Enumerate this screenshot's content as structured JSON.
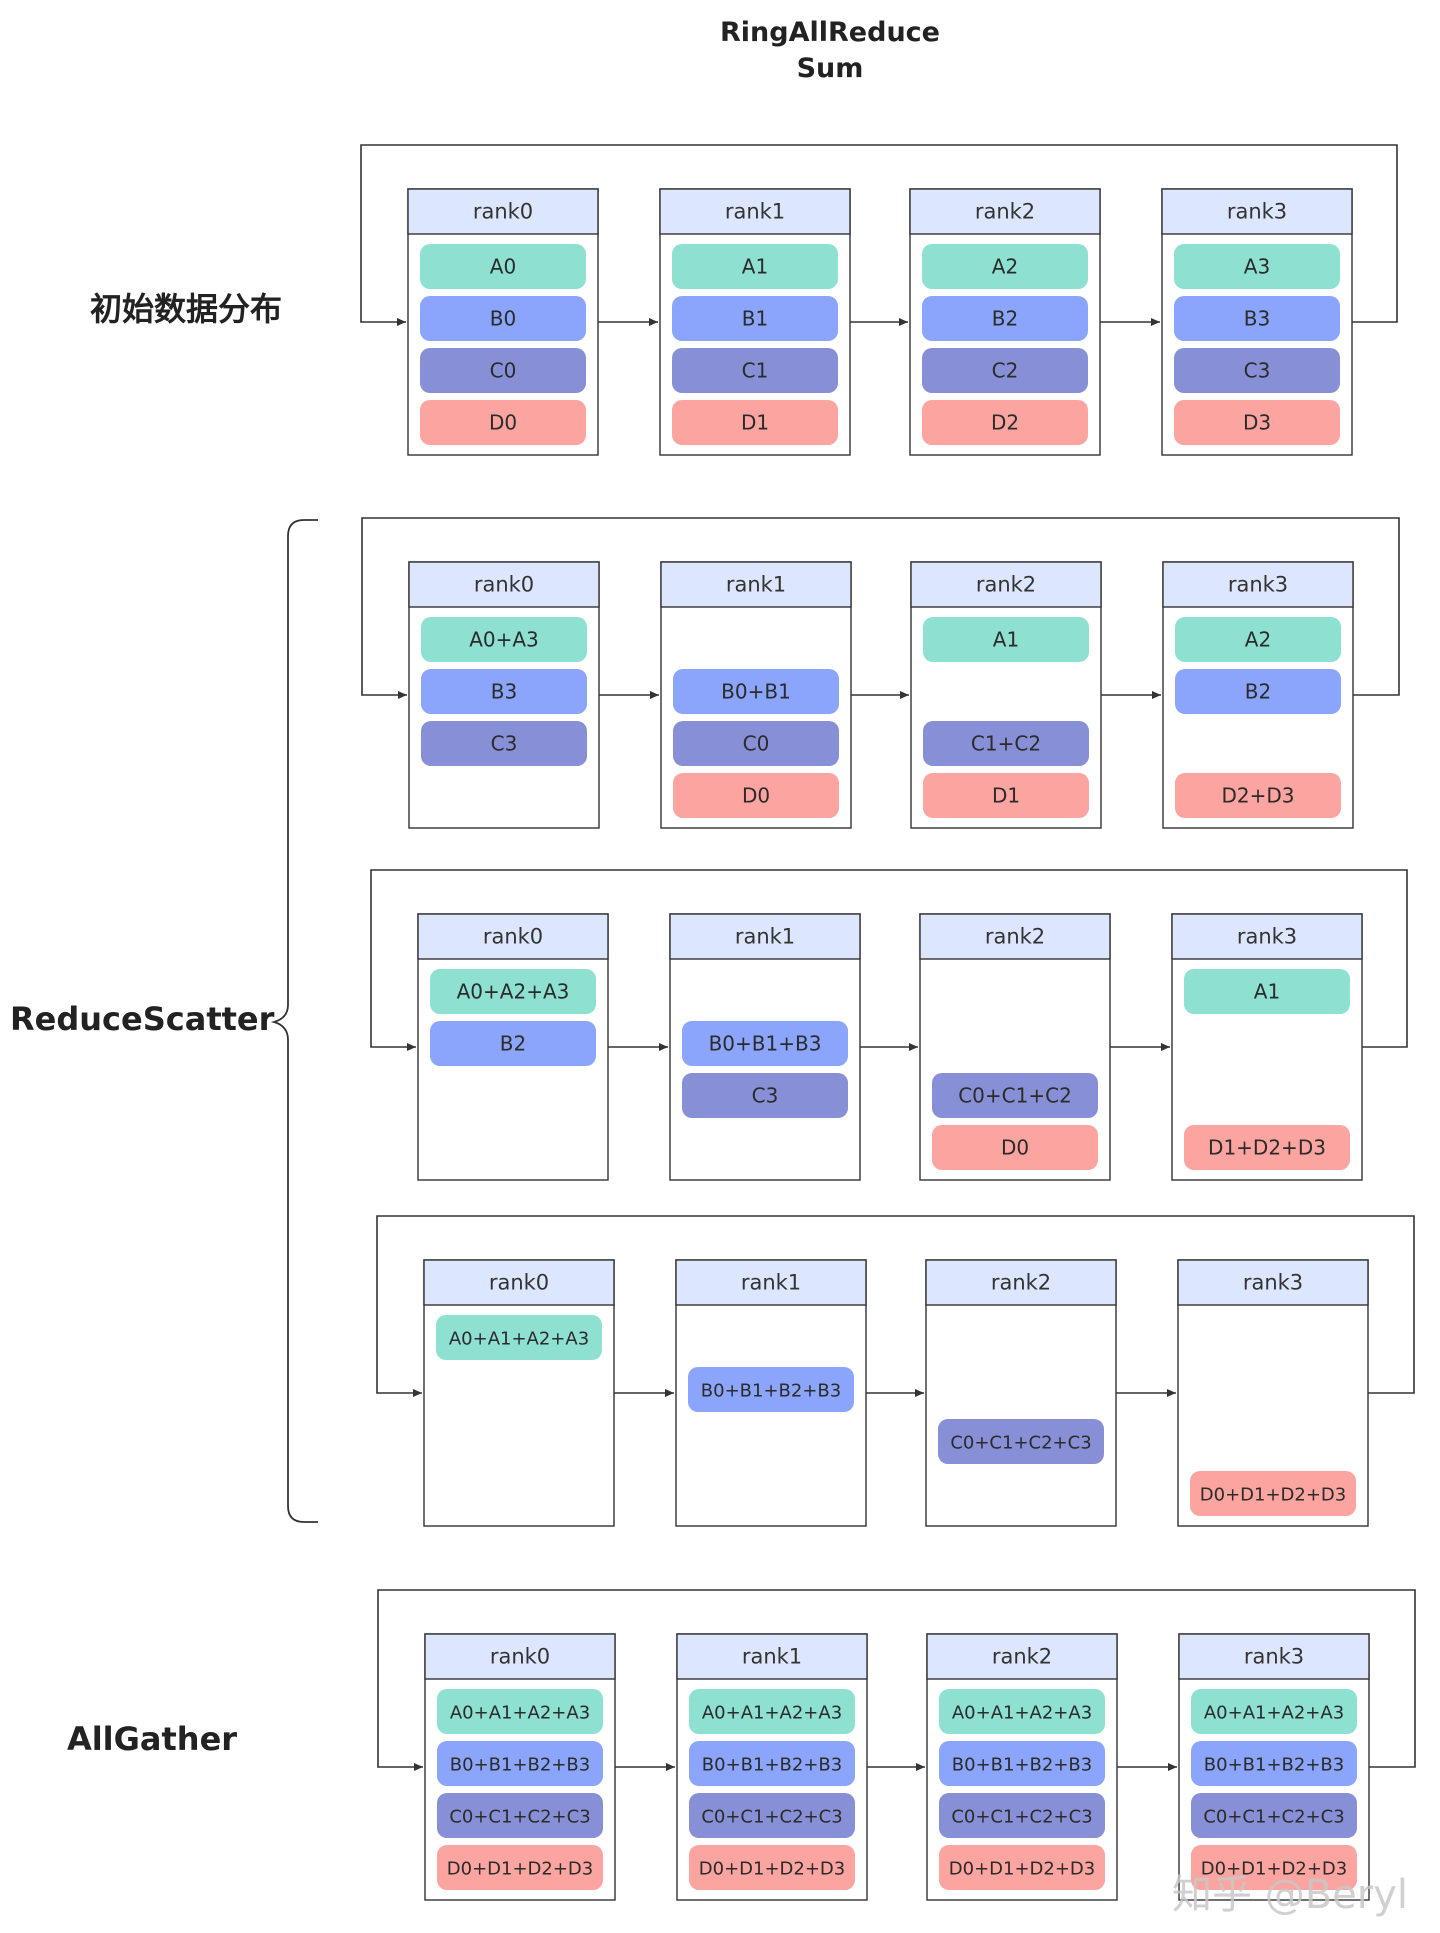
{
  "title": [
    "RingAllReduce",
    "Sum"
  ],
  "section_labels": {
    "initial": "初始数据分布",
    "reduce_scatter": "ReduceScatter",
    "all_gather": "AllGather"
  },
  "colors": {
    "A": "#8ee0d0",
    "B": "#8aa5fb",
    "C": "#8790d6",
    "D": "#fca4a0",
    "rank_header": "#dde6ff",
    "line": "#333333"
  },
  "rank_labels": [
    "rank0",
    "rank1",
    "rank2",
    "rank3"
  ],
  "diagrams": [
    {
      "name": "initial",
      "ranks": [
        [
          [
            "A",
            "A0"
          ],
          [
            "B",
            "B0"
          ],
          [
            "C",
            "C0"
          ],
          [
            "D",
            "D0"
          ]
        ],
        [
          [
            "A",
            "A1"
          ],
          [
            "B",
            "B1"
          ],
          [
            "C",
            "C1"
          ],
          [
            "D",
            "D1"
          ]
        ],
        [
          [
            "A",
            "A2"
          ],
          [
            "B",
            "B2"
          ],
          [
            "C",
            "C2"
          ],
          [
            "D",
            "D2"
          ]
        ],
        [
          [
            "A",
            "A3"
          ],
          [
            "B",
            "B3"
          ],
          [
            "C",
            "C3"
          ],
          [
            "D",
            "D3"
          ]
        ]
      ]
    },
    {
      "name": "reduce-scatter-step1",
      "ranks": [
        [
          [
            "A",
            "A0+A3"
          ],
          [
            "B",
            "B3"
          ],
          [
            "C",
            "C3"
          ],
          null
        ],
        [
          null,
          [
            "B",
            "B0+B1"
          ],
          [
            "C",
            "C0"
          ],
          [
            "D",
            "D0"
          ]
        ],
        [
          [
            "A",
            "A1"
          ],
          null,
          [
            "C",
            "C1+C2"
          ],
          [
            "D",
            "D1"
          ]
        ],
        [
          [
            "A",
            "A2"
          ],
          [
            "B",
            "B2"
          ],
          null,
          [
            "D",
            "D2+D3"
          ]
        ]
      ]
    },
    {
      "name": "reduce-scatter-step2",
      "ranks": [
        [
          [
            "A",
            "A0+A2+A3"
          ],
          [
            "B",
            "B2"
          ],
          null,
          null
        ],
        [
          null,
          [
            "B",
            "B0+B1+B3"
          ],
          [
            "C",
            "C3"
          ],
          null
        ],
        [
          null,
          null,
          [
            "C",
            "C0+C1+C2"
          ],
          [
            "D",
            "D0"
          ]
        ],
        [
          [
            "A",
            "A1"
          ],
          null,
          null,
          [
            "D",
            "D1+D2+D3"
          ]
        ]
      ]
    },
    {
      "name": "reduce-scatter-step3",
      "ranks": [
        [
          [
            "A",
            "A0+A1+A2+A3"
          ],
          null,
          null,
          null
        ],
        [
          null,
          [
            "B",
            "B0+B1+B2+B3"
          ],
          null,
          null
        ],
        [
          null,
          null,
          [
            "C",
            "C0+C1+C2+C3"
          ],
          null
        ],
        [
          null,
          null,
          null,
          [
            "D",
            "D0+D1+D2+D3"
          ]
        ]
      ]
    },
    {
      "name": "all-gather",
      "ranks": [
        [
          [
            "A",
            "A0+A1+A2+A3"
          ],
          [
            "B",
            "B0+B1+B2+B3"
          ],
          [
            "C",
            "C0+C1+C2+C3"
          ],
          [
            "D",
            "D0+D1+D2+D3"
          ]
        ],
        [
          [
            "A",
            "A0+A1+A2+A3"
          ],
          [
            "B",
            "B0+B1+B2+B3"
          ],
          [
            "C",
            "C0+C1+C2+C3"
          ],
          [
            "D",
            "D0+D1+D2+D3"
          ]
        ],
        [
          [
            "A",
            "A0+A1+A2+A3"
          ],
          [
            "B",
            "B0+B1+B2+B3"
          ],
          [
            "C",
            "C0+C1+C2+C3"
          ],
          [
            "D",
            "D0+D1+D2+D3"
          ]
        ],
        [
          [
            "A",
            "A0+A1+A2+A3"
          ],
          [
            "B",
            "B0+B1+B2+B3"
          ],
          [
            "C",
            "C0+C1+C2+C3"
          ],
          [
            "D",
            "D0+D1+D2+D3"
          ]
        ]
      ]
    }
  ],
  "watermark": "知乎 @Beryl"
}
